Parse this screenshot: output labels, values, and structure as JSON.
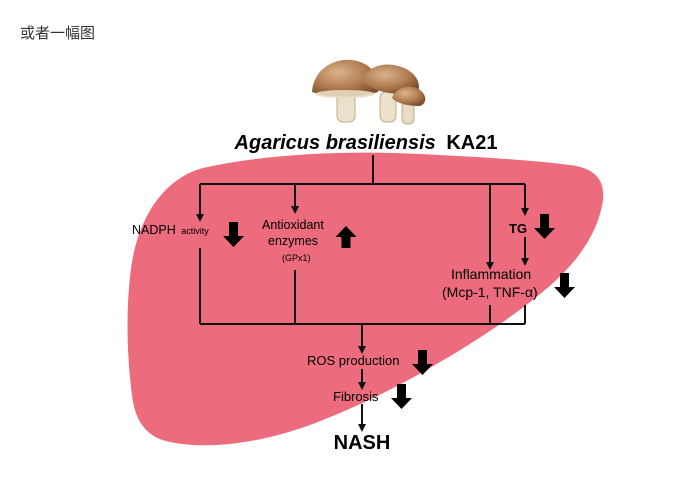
{
  "caption": "或者一幅图",
  "title": {
    "italic": "Agaricus brasiliensis",
    "bold": "KA21"
  },
  "nodes": {
    "nadph": {
      "main": "NADPH",
      "small": "activity",
      "trend": "down"
    },
    "antioxidant": {
      "line1": "Antioxidant",
      "line2": "enzymes",
      "sub": "(GPx1)",
      "trend": "up"
    },
    "tg": {
      "label": "TG",
      "trend": "down"
    },
    "inflammation": {
      "line1": "Inflammation",
      "line2": "(Mcp-1, TNF-α)",
      "trend": "down"
    },
    "ros": {
      "label": "ROS production",
      "trend": "down"
    },
    "fibrosis": {
      "label": "Fibrosis",
      "trend": "down"
    },
    "nash": {
      "label": "NASH"
    }
  },
  "colors": {
    "liver": "#ec6b7d",
    "lines": "#111111",
    "mushroom_cap": "#b07a4e",
    "mushroom_stem": "#ece1cc"
  },
  "icons": {
    "mushroom": "mushroom-image",
    "liver": "liver-shape",
    "down": "down-arrow-icon",
    "up": "up-arrow-icon"
  }
}
